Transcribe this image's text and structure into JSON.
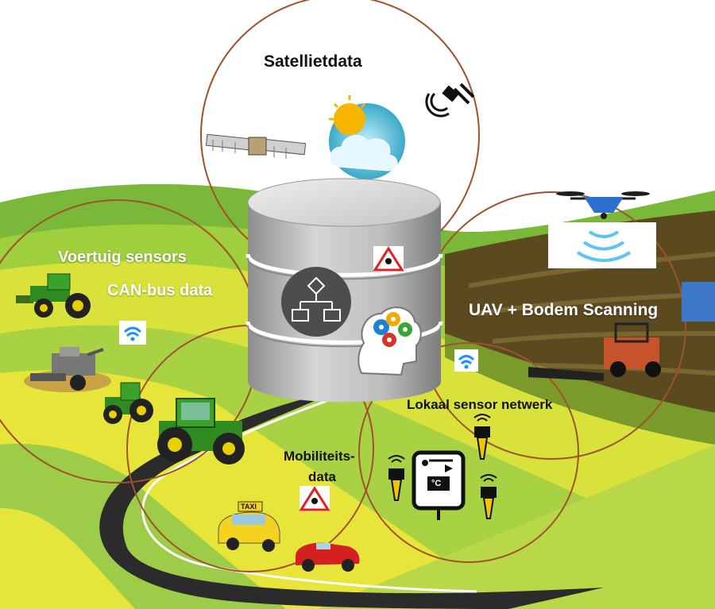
{
  "labels": {
    "satellite": "Satellietdata",
    "vehicle_sensors": "Voertuig sensors",
    "canbus": "CAN-bus data",
    "uav": "UAV + Bodem Scanning",
    "local_network": "Lokaal sensor netwerk",
    "mobility_line1": "Mobiliteits-",
    "mobility_line2": "data",
    "taxi": "TAXI",
    "celsius": "°C"
  },
  "colors": {
    "circle_stroke": "#a0522d",
    "field_green": "#8cc63f",
    "field_yellow": "#e8e23a",
    "soil_brown": "#5b4a20",
    "road": "#2b2b2b",
    "database": "#b9b9b9",
    "tractor_green": "#2f7d1d",
    "wifi_blue": "#1e90ff"
  },
  "icons": [
    "satellite-icon",
    "satellite-dish-icon",
    "weather-icon",
    "database-icon",
    "flowchart-icon",
    "brain-gears-icon",
    "warning-sign-icon",
    "drone-icon",
    "wifi-icon",
    "tractor-icon",
    "combine-icon",
    "utv-icon",
    "taxi-icon",
    "car-icon",
    "weather-station-icon",
    "soil-sensor-icon"
  ]
}
